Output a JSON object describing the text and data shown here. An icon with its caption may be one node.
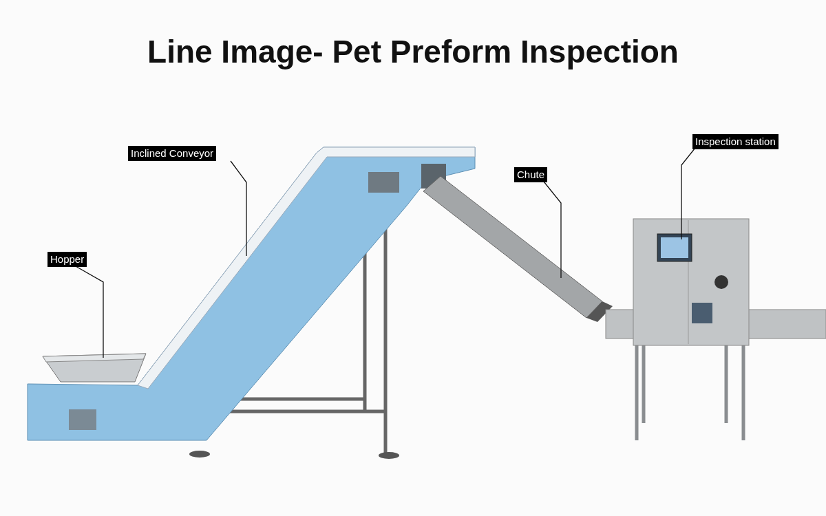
{
  "diagram": {
    "title": "Line Image- Pet Preform Inspection",
    "nodes": [
      {
        "text": [
          "Hopper"
        ]
      },
      {
        "text": [],
        "shape": "picture"
      },
      {
        "text": [
          "Inclined Conveyor"
        ]
      },
      {
        "text": [],
        "shape": "picture"
      },
      {
        "text": [
          "Chute"
        ]
      },
      {
        "text": [],
        "shape": "picture"
      },
      {
        "text": [
          "Inspection station"
        ]
      },
      {
        "text": [],
        "shape": "picture"
      }
    ],
    "edges": [
      {
        "from": 0,
        "to": 1,
        "arrow": "none"
      },
      {
        "from": 2,
        "to": 3,
        "arrow": "none"
      },
      {
        "from": 4,
        "to": 5,
        "arrow": "none"
      },
      {
        "from": 6,
        "to": 7,
        "arrow": "none"
      }
    ]
  }
}
